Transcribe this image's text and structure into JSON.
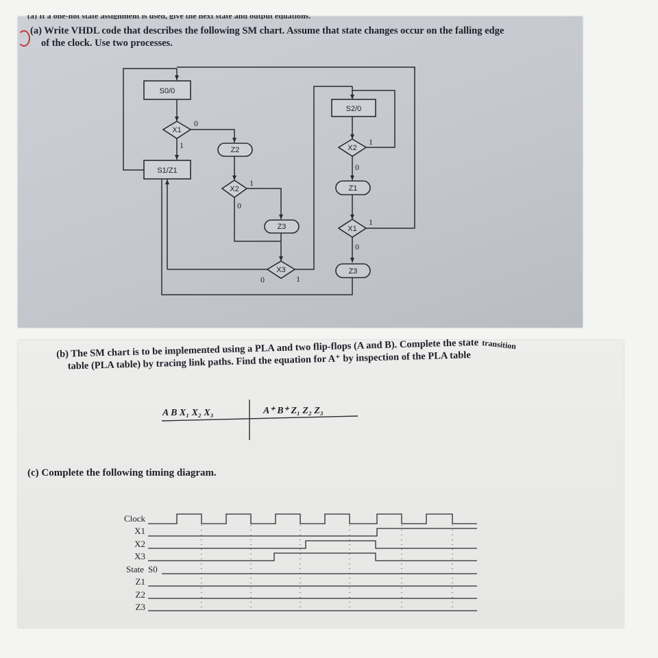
{
  "part_a": {
    "label": "(a)",
    "line1": "Write VHDL code that describes the following SM chart. Assume that state changes occur on the falling edge",
    "line2": "of the clock. Use two processes."
  },
  "sm_chart": {
    "states": [
      {
        "id": "s0",
        "text": "S0/0"
      },
      {
        "id": "s1",
        "text": "S1/Z1"
      },
      {
        "id": "s2",
        "text": "S2/0"
      }
    ],
    "decisions": [
      {
        "id": "x1_left",
        "text": "X1"
      },
      {
        "id": "x2_mid",
        "text": "X2"
      },
      {
        "id": "x3_mid",
        "text": "X3"
      },
      {
        "id": "x2_right",
        "text": "X2"
      },
      {
        "id": "x1_right",
        "text": "X1"
      }
    ],
    "outputs": [
      {
        "id": "z2_mid",
        "text": "Z2"
      },
      {
        "id": "z3_mid",
        "text": "Z3"
      },
      {
        "id": "z1_right",
        "text": "Z1"
      },
      {
        "id": "z3_right",
        "text": "Z3"
      }
    ],
    "bit_zero": "0",
    "bit_one": "1"
  },
  "part_b": {
    "label": "(b)",
    "line1": "The SM chart is to be implemented using a PLA and two flip-flops (A and B). Complete the state",
    "line1_tail": "transition",
    "line2": "table (PLA table) by tracing link paths. Find the equation for A⁺ by inspection of the PLA table",
    "table_left_header": "A B X₁ X₂ X₃",
    "table_right_header": "A⁺ B⁺ Z₁ Z₂ Z₃"
  },
  "part_c": {
    "label": "(c)",
    "text": "Complete the following timing diagram.",
    "signals": [
      "Clock",
      "X1",
      "X2",
      "X3",
      "State",
      "Z1",
      "Z2",
      "Z3"
    ],
    "state_initial": "S0"
  }
}
